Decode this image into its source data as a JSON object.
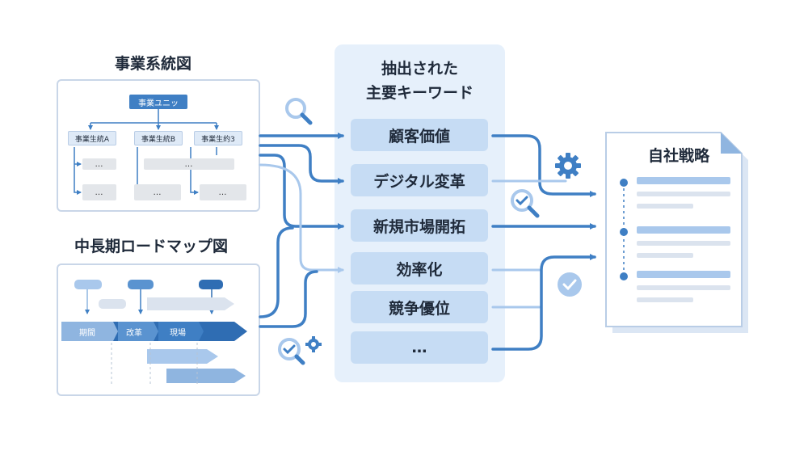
{
  "left_top": {
    "title": "事業系統図",
    "root_label": "事業ユニッ",
    "children": [
      "事業生統A",
      "事業生統B",
      "事業生約3"
    ],
    "ellipsis": "…"
  },
  "left_bottom": {
    "title": "中長期ロードマップ図",
    "phase_labels": [
      "期間",
      "改革",
      "現場"
    ]
  },
  "middle": {
    "title_line1": "抽出された",
    "title_line2": "主要キーワード",
    "keywords": [
      "顧客価値",
      "デジタル変革",
      "新規市場開拓",
      "効率化",
      "競争優位",
      "…"
    ]
  },
  "right": {
    "title": "自社戦略"
  },
  "colors": {
    "primary": "#3f7fc4",
    "light": "#a9c8ec",
    "panel_bg": "#e6f0fb",
    "keyword_bg": "#c6dcf4"
  },
  "icons": [
    "magnifier-icon",
    "gear-icon",
    "check-magnifier-icon",
    "check-circle-icon"
  ]
}
